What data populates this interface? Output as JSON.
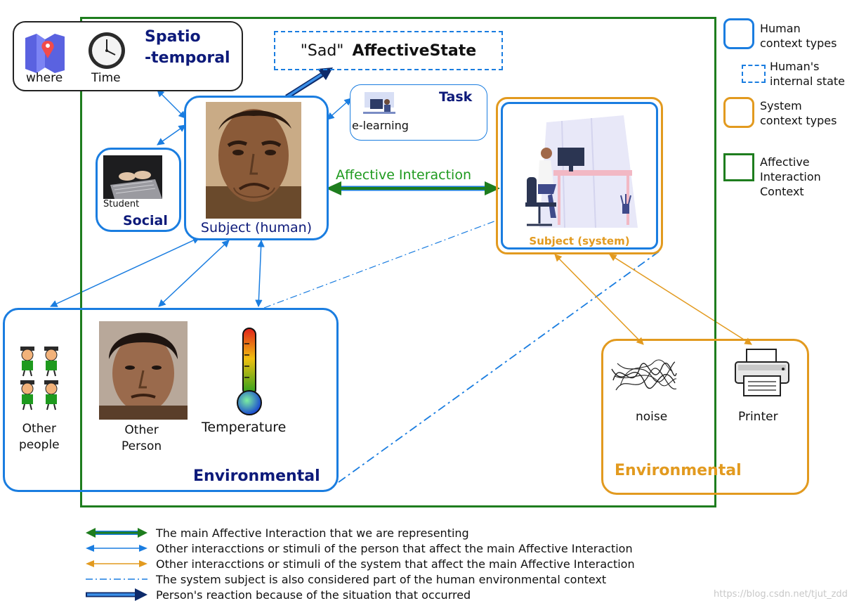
{
  "spatiotemporal": {
    "where_label": "where",
    "time_label": "Time",
    "title": "Spatio\n-temporal"
  },
  "affective_state": {
    "quote": "\"Sad\"",
    "title": "AffectiveState"
  },
  "task": {
    "title": "Task",
    "label": "e-learning"
  },
  "social": {
    "student_label": "Student",
    "title": "Social"
  },
  "subject_human": {
    "label": "Subject (human)"
  },
  "affective_interaction": {
    "label": "Affective Interaction"
  },
  "subject_system": {
    "label": "Subject (system)"
  },
  "human_env": {
    "other_people_label": "Other\npeople",
    "other_person_label": "Other\nPerson",
    "temperature_label": "Temperature",
    "title": "Environmental"
  },
  "system_env": {
    "noise_label": "noise",
    "printer_label": "Printer",
    "title": "Environmental"
  },
  "key": {
    "human_context": "Human\ncontext types",
    "internal_state": "Human's\ninternal state",
    "system_context": "System\ncontext types",
    "affective_context": "Affective\nInteraction\nContext"
  },
  "legend": [
    {
      "text": "The main Affective Interaction that we are representing",
      "color": "#1e7d1e"
    },
    {
      "text": "Other interacctions or stimuli of the person that affect the main Affective Interaction",
      "color": "#1a7de0"
    },
    {
      "text": "Other interacctions or stimuli of the system that affect the main Affective Interaction",
      "color": "#e29a1f"
    },
    {
      "text": "The system subject is also considered part of the human environmental context",
      "color": "#1a7de0"
    },
    {
      "text": "Person's reaction because of the situation that occurred",
      "color": "#1a7de0"
    }
  ],
  "watermark": "https://blog.csdn.net/tjut_zdd",
  "colors": {
    "human": "#1a7de0",
    "system": "#e29a1f",
    "context": "#1e7d1e",
    "navy": "#0d1a7a"
  }
}
